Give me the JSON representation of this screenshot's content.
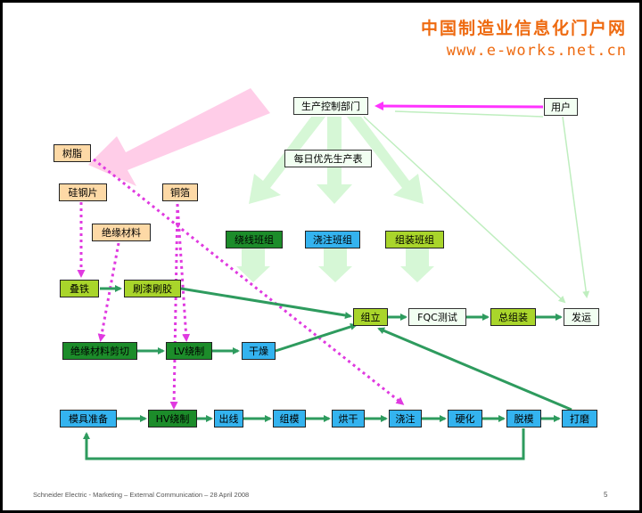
{
  "watermark": {
    "line1": "中国制造业信息化门户网",
    "line2": "www.e-works.net.cn"
  },
  "nodes": {
    "production_control": "生产控制部门",
    "user": "用户",
    "daily_plan": "每日优先生产表",
    "resin": "树脂",
    "silicon_steel": "硅钢片",
    "copper_foil": "铜箔",
    "insulation": "绝缘材料",
    "winding_team": "绕线班组",
    "casting_team": "浇注班组",
    "assembly_team": "组装班组",
    "stacking": "叠铁",
    "painting": "刷漆刷胶",
    "insulation_cutting": "绝缘材料剪切",
    "lv_winding": "LV绕制",
    "drying": "干燥",
    "sub_assembly": "组立",
    "fqc_test": "FQC测试",
    "final_assembly": "总组装",
    "shipping": "发运",
    "mold_prep": "模具准备",
    "hv_winding": "HV绕制",
    "take_out": "出线",
    "mold_assembly": "组模",
    "oven_dry": "烘干",
    "pouring": "浇注",
    "curing": "硬化",
    "demolding": "脱模",
    "grinding": "打磨"
  },
  "footer": "Schneider Electric - Marketing – External Communication – 28 April 2008",
  "page_number": "5",
  "colors": {
    "flow_green": "#2e9b5e",
    "info_magenta": "#ff33ff",
    "material_magenta": "#e03ae0",
    "faint_green": "#ccf5cc",
    "faint_pink": "#ffc8e6"
  }
}
